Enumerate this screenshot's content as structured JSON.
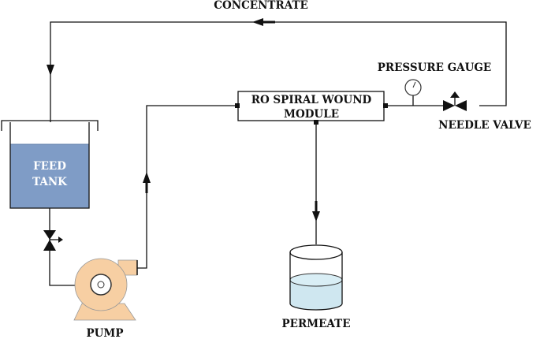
{
  "labels": {
    "concentrate": "CONCENTRATE",
    "pressure_gauge": "PRESSURE GAUGE",
    "module_line1": "RO SPIRAL WOUND",
    "module_line2": "MODULE",
    "needle_valve": "NEEDLE VALVE",
    "feed_line1": "FEED",
    "feed_line2": "TANK",
    "pump": "PUMP",
    "permeate": "PERMEATE"
  },
  "colors": {
    "line": "#111111",
    "feed_water": "#7f9cc6",
    "feed_water_border": "#5f7ea8",
    "pump_body": "#f7cfa3",
    "permeate_water": "#cfe7f0"
  }
}
